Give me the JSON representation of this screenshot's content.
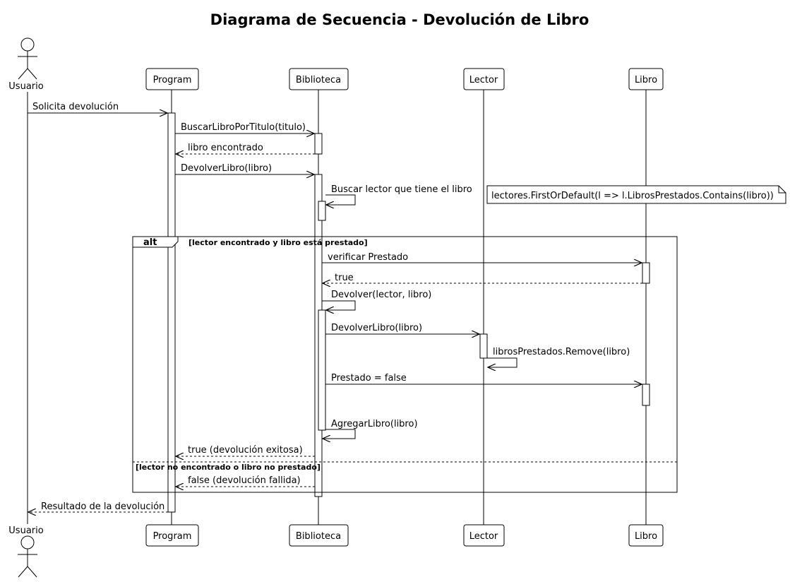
{
  "title": "Diagrama de Secuencia - Devolución de Libro",
  "participants": [
    {
      "id": "usuario",
      "label": "Usuario",
      "kind": "actor"
    },
    {
      "id": "program",
      "label": "Program",
      "kind": "box"
    },
    {
      "id": "biblioteca",
      "label": "Biblioteca",
      "kind": "box"
    },
    {
      "id": "lector",
      "label": "Lector",
      "kind": "box"
    },
    {
      "id": "libro",
      "label": "Libro",
      "kind": "box"
    }
  ],
  "messages": [
    {
      "from": "usuario",
      "to": "program",
      "label": "Solicita devolución",
      "style": "solid"
    },
    {
      "from": "program",
      "to": "biblioteca",
      "label": "BuscarLibroPorTitulo(titulo)",
      "style": "solid"
    },
    {
      "from": "biblioteca",
      "to": "program",
      "label": "libro encontrado",
      "style": "dashed"
    },
    {
      "from": "program",
      "to": "biblioteca",
      "label": "DevolverLibro(libro)",
      "style": "solid"
    },
    {
      "from": "biblioteca",
      "to": "biblioteca",
      "label": "Buscar lector que tiene el libro",
      "style": "self"
    },
    {
      "from": "biblioteca",
      "to": "libro",
      "label": "verificar Prestado",
      "style": "solid"
    },
    {
      "from": "libro",
      "to": "biblioteca",
      "label": "true",
      "style": "dashed"
    },
    {
      "from": "biblioteca",
      "to": "biblioteca",
      "label": "Devolver(lector, libro)",
      "style": "self"
    },
    {
      "from": "biblioteca",
      "to": "lector",
      "label": "DevolverLibro(libro)",
      "style": "solid"
    },
    {
      "from": "lector",
      "to": "lector",
      "label": "librosPrestados.Remove(libro)",
      "style": "self"
    },
    {
      "from": "biblioteca",
      "to": "libro",
      "label": "Prestado = false",
      "style": "solid"
    },
    {
      "from": "biblioteca",
      "to": "biblioteca",
      "label": "AgregarLibro(libro)",
      "style": "self"
    },
    {
      "from": "biblioteca",
      "to": "program",
      "label": "true (devolución exitosa)",
      "style": "dashed"
    },
    {
      "from": "biblioteca",
      "to": "program",
      "label": "false (devolución fallida)",
      "style": "dashed"
    },
    {
      "from": "program",
      "to": "usuario",
      "label": "Resultado de la devolución",
      "style": "dashed"
    }
  ],
  "note": {
    "text": "lectores.FirstOrDefault(l => l.LibrosPrestados.Contains(libro))"
  },
  "fragment": {
    "keyword": "alt",
    "guard1": "[lector encontrado y libro está prestado]",
    "guard2": "[lector no encontrado o libro no prestado]"
  }
}
